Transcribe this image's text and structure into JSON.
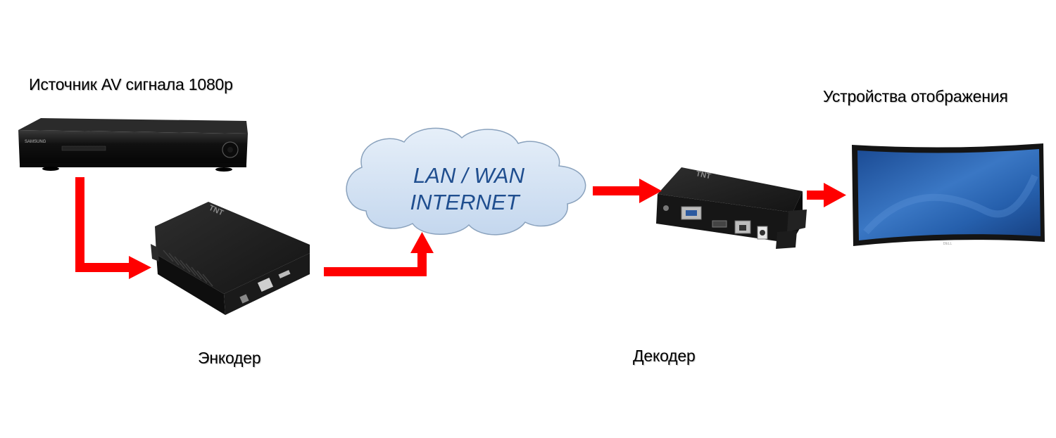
{
  "labels": {
    "source": "Источник AV сигнала 1080р",
    "display": "Устройства отображения",
    "encoder": "Энкодер",
    "decoder": "Декодер"
  },
  "cloud": {
    "line1": "LAN / WAN",
    "line2": "INTERNET",
    "text_color": "#1f4e8f",
    "fill_color": "#d3e3f3",
    "stroke_color": "#8aa2bd"
  },
  "devices": {
    "player_brand": "SAMSUNG",
    "encoder_brand": "TNT",
    "decoder_brand": "TNT",
    "monitor_brand": "DELL"
  },
  "colors": {
    "arrow": "#ff0000",
    "device_body": "#1b1b1b",
    "screen": "#2b5fa8"
  }
}
